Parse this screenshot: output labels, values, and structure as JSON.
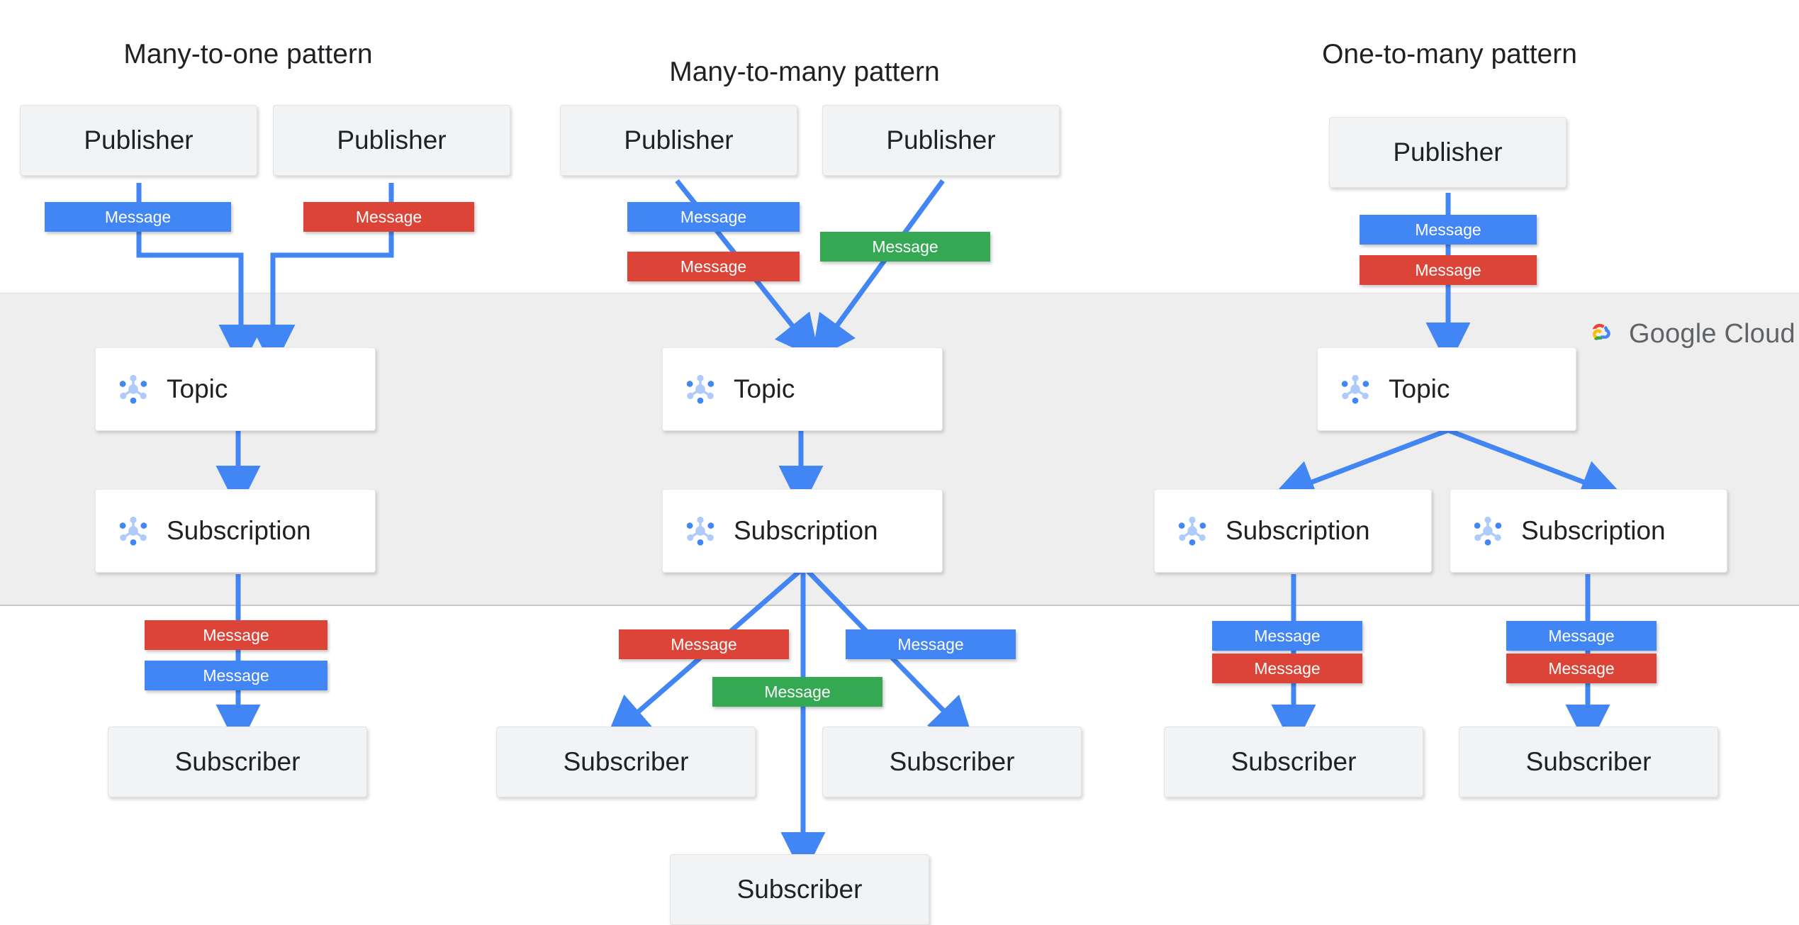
{
  "brand": {
    "name": "Google Cloud",
    "word_google": "Google",
    "word_cloud": "Cloud",
    "logo_icon": "google-cloud-logo-icon",
    "colors": {
      "blue": "#4285f4",
      "red": "#db4437",
      "green": "#34a853",
      "yellow": "#fbbc05",
      "arrow": "#4285f4",
      "band": "#eeeeee",
      "node_fill": "#f1f3f4",
      "pubsub_fill": "#ffffff",
      "text": "#202124",
      "logo_text": "#5f6368"
    }
  },
  "labels": {
    "publisher": "Publisher",
    "subscriber": "Subscriber",
    "topic": "Topic",
    "subscription": "Subscription",
    "message": "Message",
    "pubsub_icon": "pubsub-node-icon"
  },
  "patterns": [
    {
      "id": "many-to-one",
      "title": "Many-to-one pattern",
      "publishers": [
        {
          "label": "Publisher",
          "message": {
            "label": "Message",
            "color": "blue"
          }
        },
        {
          "label": "Publisher",
          "message": {
            "label": "Message",
            "color": "red"
          }
        }
      ],
      "topics": [
        {
          "label": "Topic"
        }
      ],
      "subscriptions": [
        {
          "label": "Subscription"
        }
      ],
      "delivery_messages": [
        {
          "label": "Message",
          "color": "red"
        },
        {
          "label": "Message",
          "color": "blue"
        }
      ],
      "subscribers": [
        {
          "label": "Subscriber"
        }
      ]
    },
    {
      "id": "many-to-many",
      "title": "Many-to-many  pattern",
      "publishers": [
        {
          "label": "Publisher",
          "message": {
            "label": "Message",
            "color": "blue"
          }
        },
        {
          "label": "Publisher",
          "message": {
            "label": "Message",
            "color": "green"
          }
        }
      ],
      "extra_publish_messages": [
        {
          "label": "Message",
          "color": "red"
        }
      ],
      "topics": [
        {
          "label": "Topic"
        }
      ],
      "subscriptions": [
        {
          "label": "Subscription"
        }
      ],
      "delivery_messages": [
        {
          "label": "Message",
          "color": "red"
        },
        {
          "label": "Message",
          "color": "blue"
        },
        {
          "label": "Message",
          "color": "green"
        }
      ],
      "subscribers": [
        {
          "label": "Subscriber"
        },
        {
          "label": "Subscriber"
        },
        {
          "label": "Subscriber"
        }
      ]
    },
    {
      "id": "one-to-many",
      "title": "One-to-many pattern",
      "publishers": [
        {
          "label": "Publisher",
          "message": {
            "label": "Message",
            "color": "blue"
          }
        }
      ],
      "extra_publish_messages": [
        {
          "label": "Message",
          "color": "red"
        }
      ],
      "topics": [
        {
          "label": "Topic"
        }
      ],
      "subscriptions": [
        {
          "label": "Subscription"
        },
        {
          "label": "Subscription"
        }
      ],
      "delivery_messages": [
        {
          "label": "Message",
          "color": "blue"
        },
        {
          "label": "Message",
          "color": "red"
        },
        {
          "label": "Message",
          "color": "blue"
        },
        {
          "label": "Message",
          "color": "red"
        }
      ],
      "subscribers": [
        {
          "label": "Subscriber"
        },
        {
          "label": "Subscriber"
        }
      ]
    }
  ]
}
